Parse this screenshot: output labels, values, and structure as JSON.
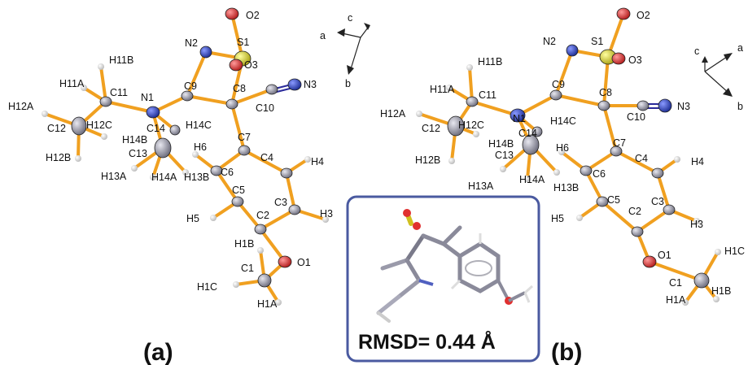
{
  "panels": {
    "a": "(a)",
    "b": "(b)"
  },
  "inset": {
    "rmsd": "RMSD= 0.44 Å"
  },
  "axes_a": {
    "a": "a",
    "b": "b",
    "c": "c"
  },
  "axes_b": {
    "a": "a",
    "b": "b",
    "c": "c"
  },
  "atoms_a": {
    "O2": "O2",
    "S1": "S1",
    "O3": "O3",
    "N2": "N2",
    "C9": "C9",
    "C8": "C8",
    "N3": "N3",
    "C10": "C10",
    "N1": "N1",
    "C11": "C11",
    "H11B": "H11B",
    "H11A": "H11A",
    "H12A": "H12A",
    "C12": "C12",
    "H12C": "H12C",
    "H12B": "H12B",
    "C14": "C14",
    "H14B": "H14B",
    "H14C": "H14C",
    "C13": "C13",
    "H13A": "H13A",
    "H14A": "H14A",
    "H13B": "H13B",
    "H6": "H6",
    "C6": "C6",
    "C7": "C7",
    "C4": "C4",
    "H4": "H4",
    "C3": "C3",
    "H3": "H3",
    "C5": "C5",
    "H5": "H5",
    "C2": "C2",
    "H1B": "H1B",
    "C1": "C1",
    "O1": "O1",
    "H1C": "H1C",
    "H1A": "H1A"
  },
  "atoms_b": {
    "O2": "O2",
    "S1": "S1",
    "O3": "O3",
    "N2": "N2",
    "C9": "C9",
    "C8": "C8",
    "N3": "N3",
    "C10": "C10",
    "N1": "N1",
    "C11": "C11",
    "H11B": "H11B",
    "H11A": "H11A",
    "H12A": "H12A",
    "C12": "C12",
    "H12C": "H12C",
    "H12B": "H12B",
    "C14": "C14",
    "H14B": "H14B",
    "H14C": "H14C",
    "C13": "C13",
    "H13A": "H13A",
    "H14A": "H14A",
    "H13B": "H13B",
    "H6": "H6",
    "C6": "C6",
    "C7": "C7",
    "C4": "C4",
    "H4": "H4",
    "C3": "C3",
    "H3": "H3",
    "C5": "C5",
    "H5": "H5",
    "C2": "C2",
    "O1": "O1",
    "H1C": "H1C",
    "C1": "C1",
    "H1B": "H1B",
    "H1A": "H1A"
  },
  "colors": {
    "bond": "#f0a020",
    "carbon": "#9a9aaa",
    "nitrogen": "#3040c0",
    "oxygen": "#e03030",
    "sulfur": "#d8d020",
    "hydrogen": "#ffffff",
    "inset_border": "#4a5aa0"
  }
}
